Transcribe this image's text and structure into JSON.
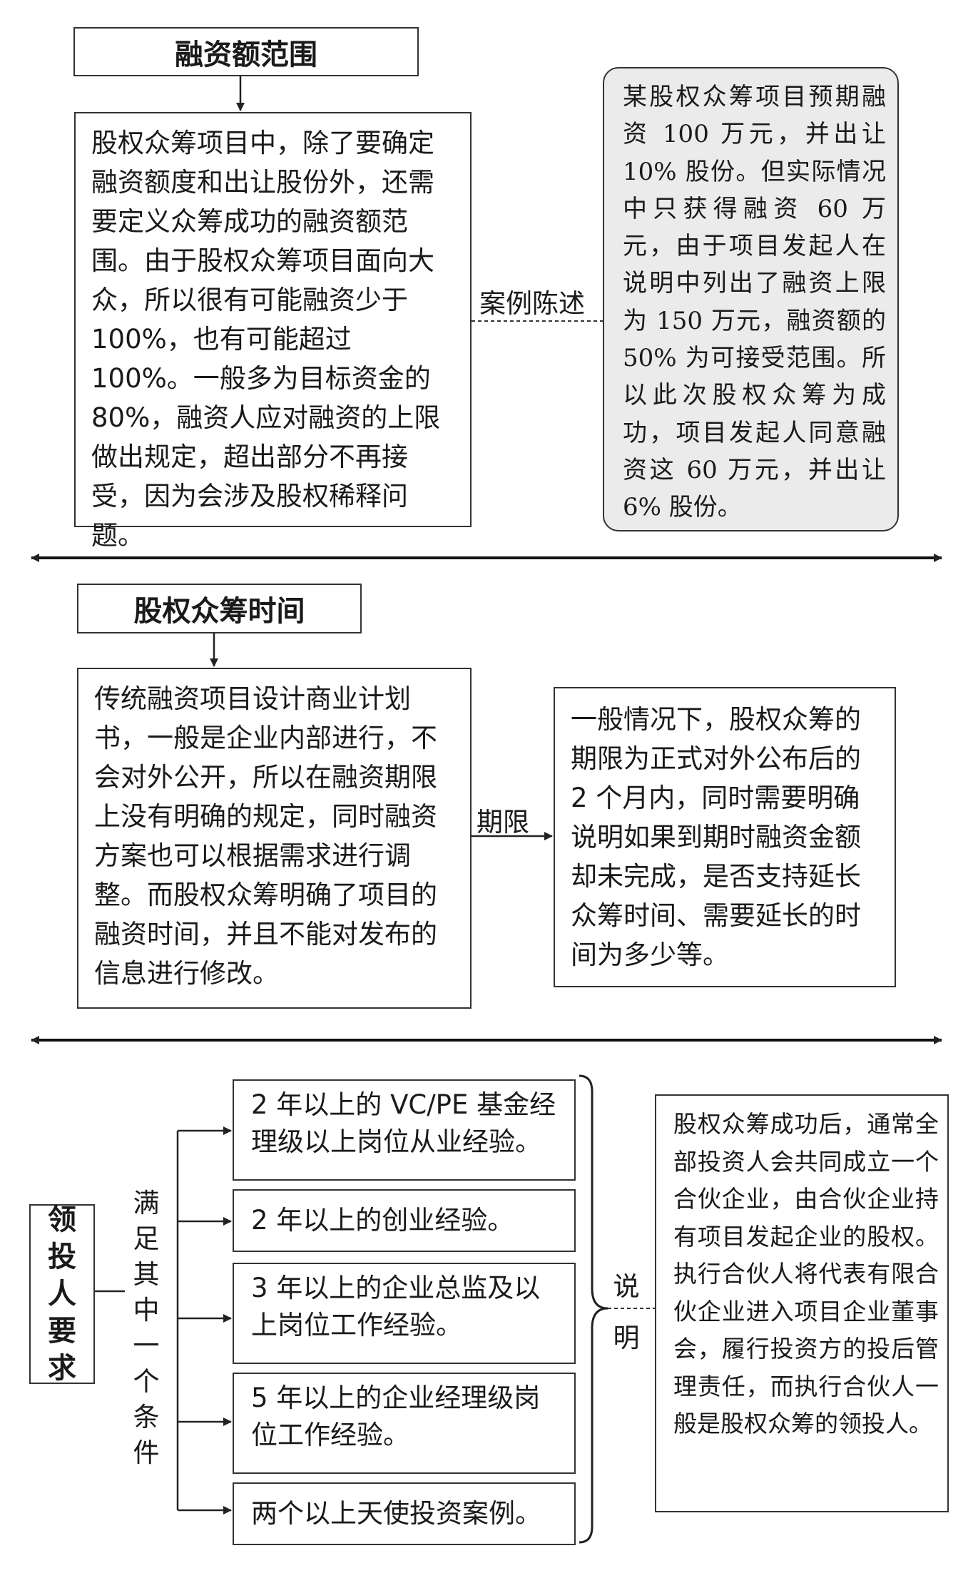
{
  "section1": {
    "title": "融资额范围",
    "description": "股权众筹项目中，除了要确定融资额度和出让股份外，还需要定义众筹成功的融资额范围。由于股权众筹项目面向大众，所以很有可能融资少于 100%，也有可能超过 100%。一般多为目标资金的 80%，融资人应对融资的上限做出规定，超出部分不再接受，因为会涉及股权稀释问题。",
    "connector_label": "案例陈述",
    "case": "某股权众筹项目预期融资 100 万元，并出让 10% 股份。但实际情况中只获得融资 60 万元，由于项目发起人在说明中列出了融资上限为 150 万元，融资额的 50% 为可接受范围。所以此次股权众筹为成功，项目发起人同意融资这 60 万元，并出让 6% 股份。"
  },
  "section2": {
    "title": "股权众筹时间",
    "description": "传统融资项目设计商业计划书，一般是企业内部进行，不会对外公开，所以在融资期限上没有明确的规定，同时融资方案也可以根据需求进行调整。而股权众筹明确了项目的融资时间，并且不能对发布的信息进行修改。",
    "connector_label": "期限",
    "detail": "一般情况下，股权众筹的期限为正式对外公布后的 2 个月内，同时需要明确说明如果到期时融资金额却未完成，是否支持延长众筹时间、需要延长的时间为多少等。"
  },
  "section3": {
    "title": "领投人要求",
    "condition_label": "满足其中一个条件",
    "requirements": [
      "2 年以上的 VC/PE 基金经理级以上岗位从业经验。",
      "2 年以上的创业经验。",
      "3 年以上的企业总监及以上岗位工作经验。",
      "5 年以上的企业经理级岗位工作经验。",
      "两个以上天使投资案例。"
    ],
    "note_label": "说明",
    "note": "股权众筹成功后，通常全部投资人会共同成立一个合伙企业，由合伙企业持有项目发起企业的股权。执行合伙人将代表有限合伙企业进入项目企业董事会，履行投资方的投后管理责任，而执行合伙人一般是股权众筹的领投人。"
  }
}
